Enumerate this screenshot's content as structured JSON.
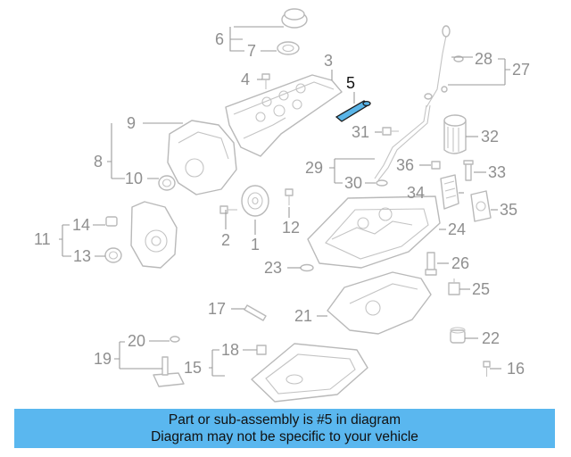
{
  "diagram": {
    "highlighted_part": "5",
    "callouts": [
      "1",
      "2",
      "3",
      "4",
      "5",
      "6",
      "7",
      "8",
      "9",
      "10",
      "11",
      "12",
      "13",
      "14",
      "15",
      "16",
      "17",
      "18",
      "19",
      "20",
      "21",
      "22",
      "23",
      "24",
      "25",
      "26",
      "27",
      "28",
      "29",
      "30",
      "31",
      "32",
      "33",
      "34",
      "35",
      "36"
    ]
  },
  "banner": {
    "line1": "Part or sub-assembly is #5 in diagram",
    "line2": "Diagram may not be specific to your vehicle"
  },
  "colors": {
    "banner_bg": "#5ab7ef",
    "highlight": "#5ab5e8",
    "line_art": "#b9b9b9",
    "callout_text": "#8f8f8f"
  }
}
